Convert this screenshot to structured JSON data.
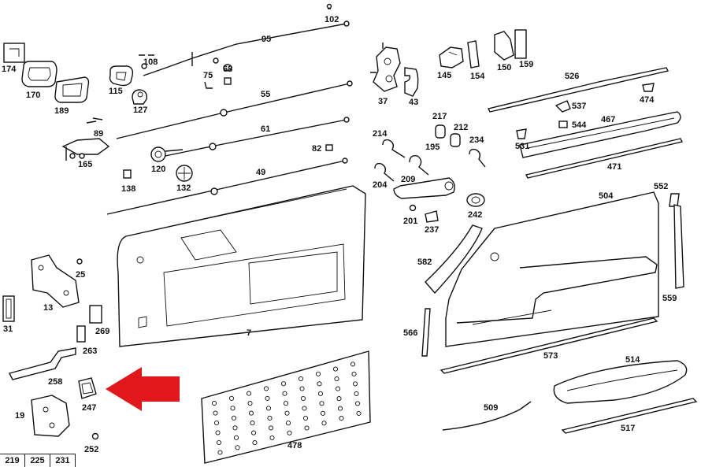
{
  "labels": {
    "p7": "7",
    "p13": "13",
    "p19": "19",
    "p25": "25",
    "p31": "31",
    "p37": "37",
    "p43": "43",
    "p49": "49",
    "p55": "55",
    "p61": "61",
    "p68": "68",
    "p75": "75",
    "p82": "82",
    "p89": "89",
    "p95": "95",
    "p102": "102",
    "p108": "108",
    "p115": "115",
    "p120": "120",
    "p127": "127",
    "p132": "132",
    "p138": "138",
    "p145": "145",
    "p150": "150",
    "p154": "154",
    "p159": "159",
    "p165": "165",
    "p170": "170",
    "p174": "174",
    "p189": "189",
    "p195": "195",
    "p201": "201",
    "p204": "204",
    "p209": "209",
    "p212": "212",
    "p214": "214",
    "p217": "217",
    "p234": "234",
    "p237": "237",
    "p242": "242",
    "p247": "247",
    "p252": "252",
    "p258": "258",
    "p263": "263",
    "p269": "269",
    "p467": "467",
    "p471": "471",
    "p474": "474",
    "p478": "478",
    "p504": "504",
    "p509": "509",
    "p514": "514",
    "p517": "517",
    "p526": "526",
    "p531": "531",
    "p537": "537",
    "p544": "544",
    "p552": "552",
    "p559": "559",
    "p566": "566",
    "p573": "573",
    "p582": "582"
  },
  "bottom_row": [
    "219",
    "225",
    "231"
  ],
  "colors": {
    "arrow": "#e0181b",
    "line": "#111111",
    "paper": "#ffffff"
  }
}
